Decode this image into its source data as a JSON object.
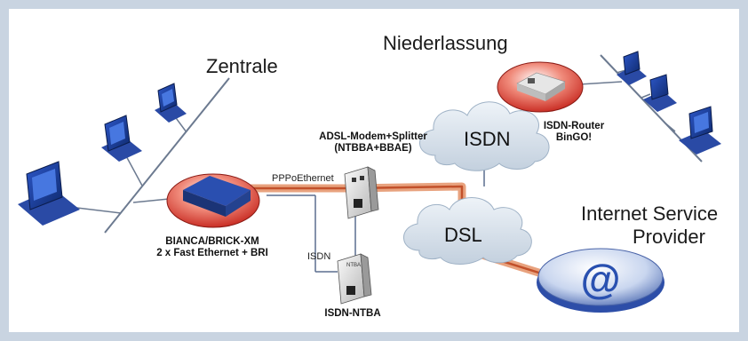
{
  "labels": {
    "zentrale": "Zentrale",
    "niederlassung": "Niederlassung",
    "isp_line1": "Internet Service",
    "isp_line2": "Provider",
    "isdn_cloud": "ISDN",
    "dsl_cloud": "DSL",
    "modem_line1": "ADSL-Modem+Splitter",
    "modem_line2": "(NTBBA+BBAE)",
    "isdn_router_line1": "ISDN-Router",
    "isdn_router_line2": "BinGO!",
    "pppoe": "PPPoEthernet",
    "bianca_line1": "BIANCA/BRICK-XM",
    "bianca_line2": "2 x Fast Ethernet + BRI",
    "isdn_link": "ISDN",
    "ntba": "ISDN-NTBA",
    "ntba_device": "NTBA",
    "isp_symbol": "@"
  },
  "colors": {
    "frame": "#c9d4e1",
    "cable": "#e8a27e",
    "cable_core": "#c2502a",
    "cloud": "#dde6f0",
    "computer": "#1f3f99",
    "router_disc": "#d9342b"
  }
}
